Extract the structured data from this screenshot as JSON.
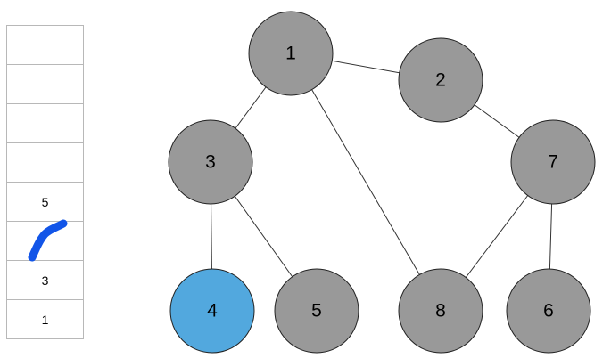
{
  "stack": {
    "cells": [
      "",
      "",
      "",
      "",
      "5",
      "",
      "3",
      "1"
    ]
  },
  "graph": {
    "nodes": [
      {
        "id": "1",
        "label": "1",
        "highlighted": false
      },
      {
        "id": "2",
        "label": "2",
        "highlighted": false
      },
      {
        "id": "3",
        "label": "3",
        "highlighted": false
      },
      {
        "id": "7",
        "label": "7",
        "highlighted": false
      },
      {
        "id": "4",
        "label": "4",
        "highlighted": true
      },
      {
        "id": "5",
        "label": "5",
        "highlighted": false
      },
      {
        "id": "8",
        "label": "8",
        "highlighted": false
      },
      {
        "id": "6",
        "label": "6",
        "highlighted": false
      }
    ],
    "edges": [
      [
        "1",
        "2"
      ],
      [
        "1",
        "3"
      ],
      [
        "1",
        "8"
      ],
      [
        "2",
        "7"
      ],
      [
        "3",
        "4"
      ],
      [
        "3",
        "5"
      ],
      [
        "7",
        "8"
      ],
      [
        "7",
        "6"
      ]
    ]
  },
  "colors": {
    "node_fill": "#999999",
    "node_highlight": "#52a8de",
    "node_stroke": "#222222",
    "edge": "#333333",
    "scribble": "#1255e8"
  }
}
